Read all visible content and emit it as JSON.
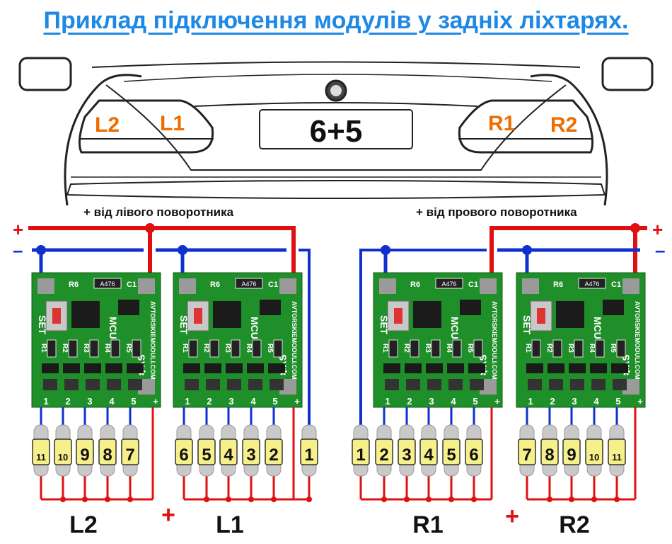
{
  "title": "Приклад підключення модулів у задніх ліхтарях.",
  "car": {
    "plate_text": "6+5",
    "lamp_labels": [
      "L2",
      "L1",
      "R1",
      "R2"
    ],
    "label_color": "#ef6c00"
  },
  "captions": {
    "left_turn": "+ від лівого поворотника",
    "right_turn": "+  від прового поворотника"
  },
  "polarity": {
    "plus": "+",
    "minus": "–"
  },
  "colors": {
    "plus_wire": "#e01010",
    "minus_wire": "#1030d0",
    "pcb": "#1f8f2a",
    "bulb": "#f5f08a"
  },
  "module": {
    "brand": "AVTORSKIEMODULI.COM",
    "set_label": "SET",
    "mcu_label": "MCU",
    "sy_label": "SY✱",
    "cap_label": "A476",
    "c1": "C1",
    "r6": "R6",
    "resistors": [
      "R1",
      "R2",
      "R3",
      "R4",
      "R5"
    ],
    "outputs": [
      "1",
      "2",
      "3",
      "4",
      "5",
      "+"
    ]
  },
  "groups": [
    {
      "name": "L2",
      "bulbs": [
        "11",
        "10",
        "9",
        "8",
        "7"
      ]
    },
    {
      "name": "L1",
      "bulbs": [
        "6",
        "5",
        "4",
        "3",
        "2",
        "1"
      ]
    },
    {
      "name": "R1",
      "bulbs": [
        "1",
        "2",
        "3",
        "4",
        "5",
        "6"
      ]
    },
    {
      "name": "R2",
      "bulbs": [
        "7",
        "8",
        "9",
        "10",
        "11"
      ]
    }
  ],
  "bottom_plus": "+"
}
